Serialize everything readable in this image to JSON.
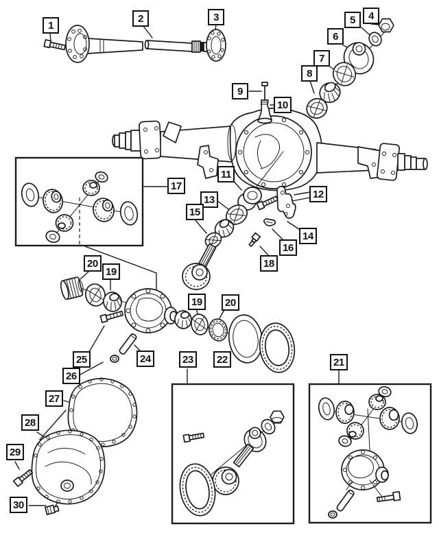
{
  "diagram": {
    "colors": {
      "background": "#ffffff",
      "line": "#1a1a1a",
      "label_border": "#111111"
    },
    "callouts": {
      "c1": "1",
      "c2": "2",
      "c3": "3",
      "c4": "4",
      "c5": "5",
      "c6": "6",
      "c7": "7",
      "c8": "8",
      "c9": "9",
      "c10": "10",
      "c11": "11",
      "c12": "12",
      "c13": "13",
      "c14": "14",
      "c15": "15",
      "c16": "16",
      "c17": "17",
      "c18": "18",
      "c19": "19",
      "c19b": "19",
      "c20": "20",
      "c20b": "20",
      "c21": "21",
      "c22": "22",
      "c23": "23",
      "c24": "24",
      "c25": "25",
      "c26": "26",
      "c27": "27",
      "c28": "28",
      "c29": "29",
      "c30": "30"
    }
  }
}
